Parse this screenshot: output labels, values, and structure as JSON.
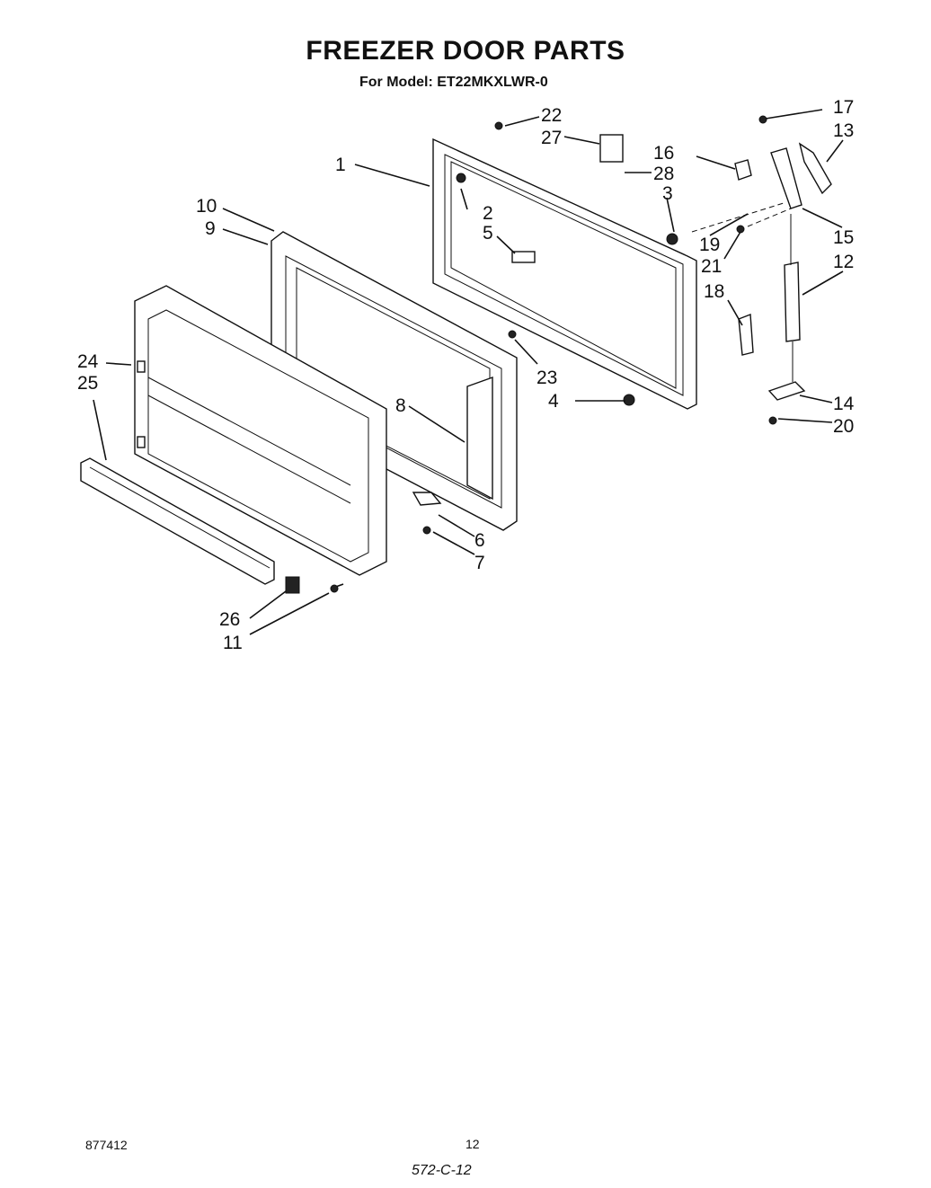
{
  "header": {
    "title": "FREEZER DOOR PARTS",
    "model_line": "For Model: ET22MKXLWR-0"
  },
  "callouts": [
    "1",
    "2",
    "3",
    "4",
    "5",
    "6",
    "7",
    "8",
    "9",
    "10",
    "11",
    "12",
    "13",
    "14",
    "15",
    "16",
    "17",
    "18",
    "19",
    "20",
    "21",
    "22",
    "23",
    "24",
    "25",
    "26",
    "27",
    "28"
  ],
  "footer": {
    "part_number": "877412",
    "page": "12",
    "code": "572-C-12"
  }
}
